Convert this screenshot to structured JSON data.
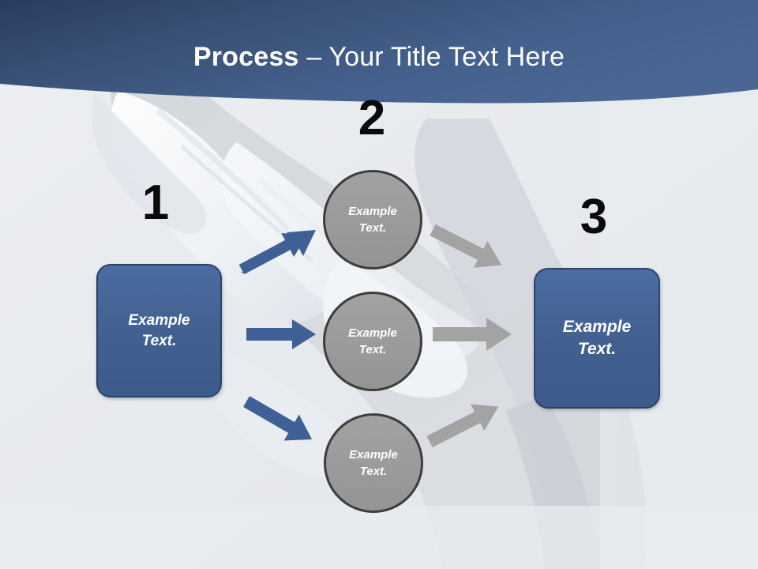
{
  "slide": {
    "title_bold": "Process",
    "title_rest": " – Your Title Text Here",
    "background_description": "faded-athlete-photo"
  },
  "colors": {
    "header_navy_dark": "#2b3f63",
    "header_navy_light": "#476492",
    "box_blue": "#41608f",
    "box_border": "#2d4367",
    "circle_gray": "#9a9a9a",
    "circle_border": "#3d3d3d",
    "arrow_blue": "#3f6096",
    "arrow_gray": "#a3a3a3",
    "number_black": "#0a0a0a",
    "background": "#e8ebef"
  },
  "steps": [
    {
      "number": "1",
      "label_line1": "Example",
      "label_line2": "Text."
    },
    {
      "number": "2",
      "label_line1": "Example",
      "label_line2": "Text."
    },
    {
      "number": "3",
      "label_line1": "Example",
      "label_line2": "Text."
    }
  ],
  "middle_nodes": [
    {
      "label_line1": "Example",
      "label_line2": "Text."
    },
    {
      "label_line1": "Example",
      "label_line2": "Text."
    },
    {
      "label_line1": "Example",
      "label_line2": "Text."
    }
  ],
  "connectors": {
    "blue": [
      {
        "name": "arrow-box-to-circle-1",
        "direction": "up-right"
      },
      {
        "name": "arrow-box-to-circle-2",
        "direction": "right"
      },
      {
        "name": "arrow-box-to-circle-3",
        "direction": "down-right"
      }
    ],
    "gray": [
      {
        "name": "arrow-circle-1-to-box",
        "direction": "down-right"
      },
      {
        "name": "arrow-circle-2-to-box",
        "direction": "right"
      },
      {
        "name": "arrow-circle-3-to-box",
        "direction": "up-right"
      }
    ]
  }
}
